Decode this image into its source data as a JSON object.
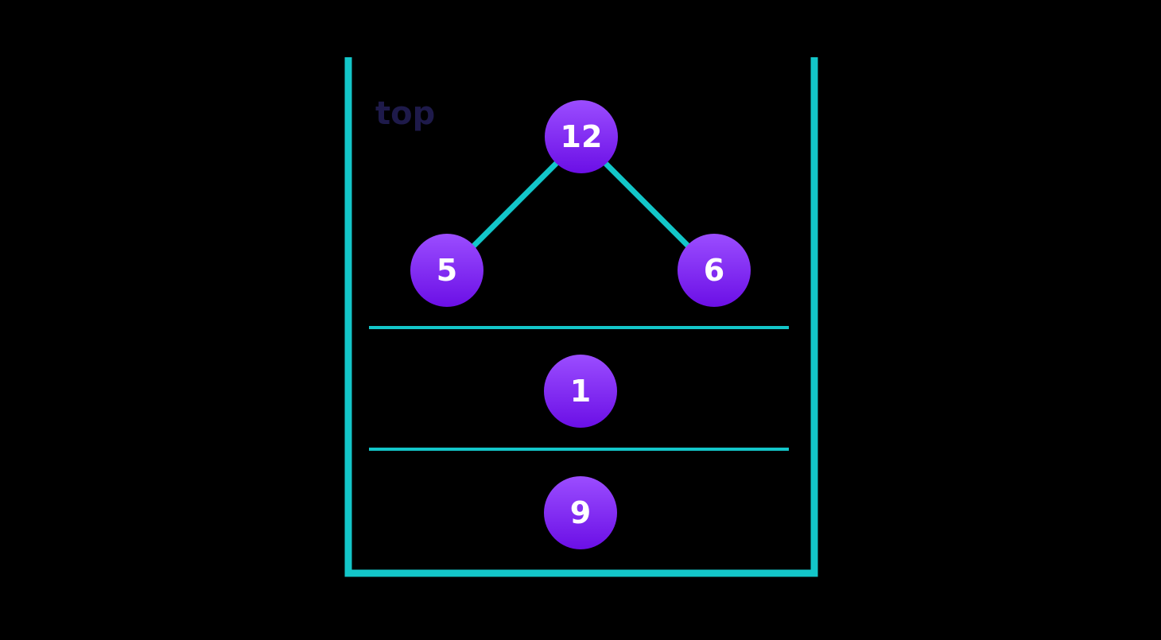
{
  "top_label": "top",
  "colors": {
    "background": "#000000",
    "container": "#13c6c9",
    "divider": "#13c6c9",
    "edge": "#13c6c9",
    "node_fill_top": "#9b4dff",
    "node_fill_bottom": "#6b0fe6",
    "node_text": "#ffffff",
    "top_label": "#1e1a4a"
  },
  "stack": {
    "top_tree": {
      "root": "12",
      "left": "5",
      "right": "6"
    },
    "middle_item": "1",
    "bottom_item": "9"
  }
}
